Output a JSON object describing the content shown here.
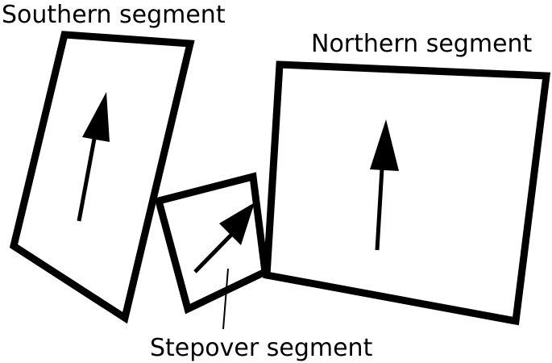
{
  "labels": {
    "southern": "Southern segment",
    "northern": "Northern segment",
    "stepover": "Stepover segment"
  },
  "colors": {
    "stroke": "#000000",
    "background": "#ffffff"
  }
}
